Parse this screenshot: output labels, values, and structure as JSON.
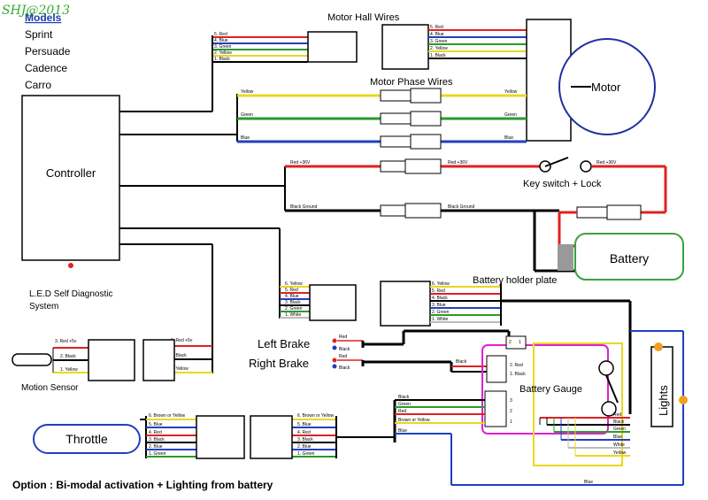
{
  "watermark": "SHJ@2013",
  "models": {
    "heading": "Models",
    "list": [
      "Sprint",
      "Persuade",
      "Cadence",
      "Carro"
    ]
  },
  "controller": {
    "label": "Controller",
    "led_label_line1": "L.E.D Self Diagnostic",
    "led_label_line2": "System"
  },
  "motor": {
    "label": "Motor"
  },
  "hall": {
    "title": "Motor Hall Wires",
    "left_wires": [
      "5. Red",
      "4. Blue",
      "3. Green",
      "2. Yellow",
      "1. Black"
    ],
    "right_wires": [
      "5. Red",
      "4. Blue",
      "3. Green",
      "2. Yellow",
      "1. Black"
    ]
  },
  "phase": {
    "title": "Motor Phase Wires",
    "wires": [
      "Yellow",
      "Green",
      "Blue"
    ]
  },
  "power": {
    "red_left": "Red +36V",
    "red_mid": "Red +36V",
    "red_right": "Red +36V",
    "black_left": "Black Ground",
    "black_mid": "Black Ground",
    "key_switch": "Key switch + Lock",
    "battery": "Battery",
    "holder_plate": "Battery holder plate"
  },
  "mid_connector": {
    "wires": [
      "6. Yellow",
      "5. Red",
      "4. Blue",
      "3. Black",
      "2. Green",
      "1. White"
    ]
  },
  "holder_connector": {
    "wires": [
      "6. Yellow",
      "5. Red",
      "4. Black",
      "3. Blue",
      "2. Green",
      "1. White"
    ]
  },
  "motion_sensor": {
    "label": "Motion Sensor",
    "wires": [
      "3.  Red +5v",
      "2.  Black",
      "1.  Yellow"
    ],
    "wires2": [
      "3.  Red +5v",
      "2.  Black",
      "1.  Yellow"
    ]
  },
  "brakes": {
    "left": "Left Brake",
    "right": "Right Brake",
    "wire_red": "Red",
    "wire_black": "Black"
  },
  "gauge": {
    "label": "Battery Gauge",
    "top_pins": [
      "2",
      "1"
    ],
    "top_wires": [
      "2. Red",
      "1. Black"
    ],
    "side_pins": [
      "3",
      "2",
      "1"
    ],
    "out_wires": [
      "Red",
      "Black",
      "Green",
      "Blue",
      "White",
      "Yellow"
    ]
  },
  "lights": {
    "label": "Lights"
  },
  "throttle": {
    "label": "Throttle",
    "wires": [
      "6. Brown or Yellow",
      "5. Blue",
      "4. Red",
      "3. Black",
      "2. Blue",
      "1. Green"
    ],
    "wires2": [
      "6. Brown or Yellow",
      "5. Blue",
      "4. Red",
      "3. Black",
      "2. Blue",
      "1. Green"
    ]
  },
  "bus": {
    "labels": [
      "Black",
      "Green",
      "Red",
      "Brown or Yellow",
      "Blue"
    ],
    "bottom_blue": "Blue"
  },
  "option_text": "Option : Bi-modal activation + Lighting from battery",
  "colors": {
    "red": "#e02020",
    "blue": "#2040c0",
    "green": "#2a9a2a",
    "yellow": "#e8d820",
    "black": "#000000",
    "magenta": "#e020d0",
    "battery_border": "#3aa040",
    "motor_border": "#2030a0"
  }
}
